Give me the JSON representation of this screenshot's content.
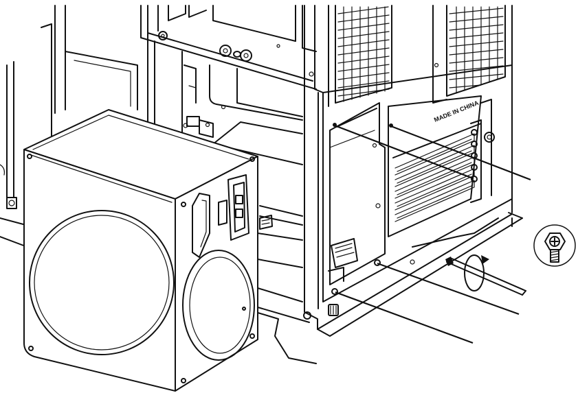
{
  "figure": {
    "case_label": "MADE IN CHINA"
  },
  "callouts": [
    {
      "id": "screw-top-left"
    },
    {
      "id": "screw-top-right"
    },
    {
      "id": "screw-bottom-right"
    },
    {
      "id": "screw-bottom-left"
    }
  ],
  "icons": [
    "screw-icon",
    "screwdriver-icon",
    "rotation-arrow-icon"
  ],
  "colors": {
    "line": "#111111",
    "background": "#ffffff"
  }
}
